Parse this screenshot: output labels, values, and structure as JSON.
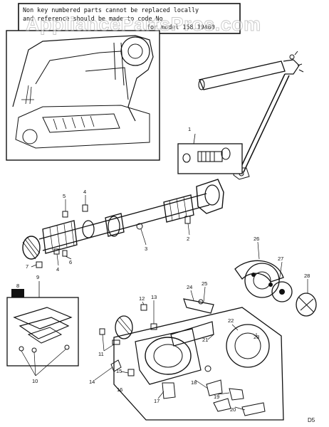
{
  "notice": {
    "line1": "Non key numbered parts cannot be replaced locally",
    "line2": "and reference should be made to code No",
    "line3": "for model 158.19400"
  },
  "watermark": "AppliancePartsPros.com",
  "page_number": "D5",
  "callouts": [
    "1",
    "2",
    "3",
    "4",
    "4",
    "5",
    "6",
    "7",
    "8",
    "9",
    "10",
    "11",
    "12",
    "13",
    "14",
    "15",
    "16",
    "17",
    "18",
    "19",
    "20",
    "21",
    "22",
    "23",
    "24",
    "25",
    "26",
    "27",
    "28"
  ],
  "colors": {
    "ink": "#111111",
    "paper": "#ffffff",
    "watermark": "#9a9a9a"
  }
}
